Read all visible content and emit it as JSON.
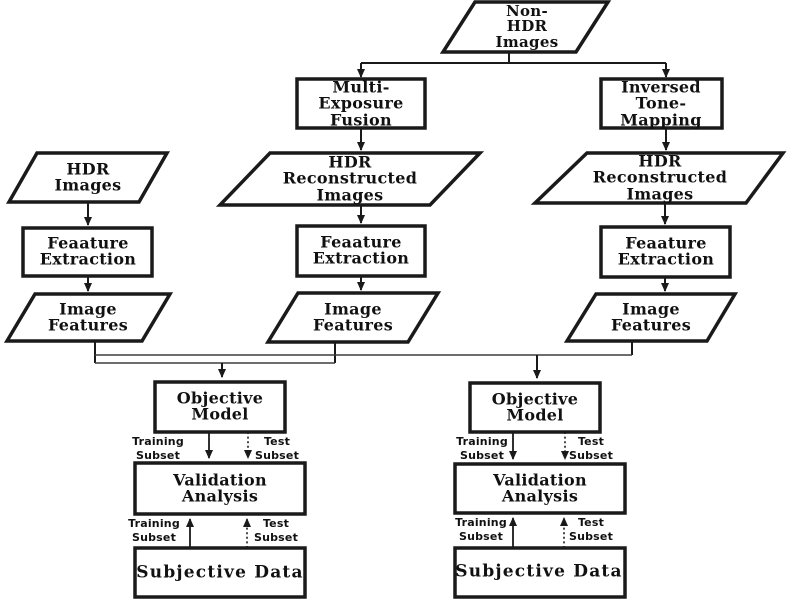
{
  "diagram_type": "flowchart",
  "colors": {
    "background": "#ffffff",
    "line": "#1a1a1a",
    "text": "#111111"
  },
  "nodes": {
    "non_hdr_images": {
      "label": "Non-\nHDR\nImages",
      "shape": "parallelogram"
    },
    "multi_exposure_fusion": {
      "label": "Multi-\nExposure\nFusion",
      "shape": "rectangle"
    },
    "inversed_tone_mapping": {
      "label": "Inversed\nTone-\nMapping",
      "shape": "rectangle"
    },
    "hdr_images": {
      "label": "HDR\nImages",
      "shape": "parallelogram"
    },
    "hdr_reconstructed_mef": {
      "label": "HDR\nReconstructed\nImages",
      "shape": "parallelogram"
    },
    "hdr_reconstructed_itm": {
      "label": "HDR\nReconstructed\nImages",
      "shape": "parallelogram"
    },
    "feature_extraction_hdr": {
      "label": "Feaature\nExtraction",
      "shape": "rectangle"
    },
    "feature_extraction_mef": {
      "label": "Feaature\nExtraction",
      "shape": "rectangle"
    },
    "feature_extraction_itm": {
      "label": "Feaature\nExtraction",
      "shape": "rectangle"
    },
    "image_features_hdr": {
      "label": "Image\nFeatures",
      "shape": "parallelogram"
    },
    "image_features_mef": {
      "label": "Image\nFeatures",
      "shape": "parallelogram"
    },
    "image_features_itm": {
      "label": "Image\nFeatures",
      "shape": "parallelogram"
    },
    "objective_model_left": {
      "label": "Objective\nModel",
      "shape": "rectangle"
    },
    "objective_model_right": {
      "label": "Objective\nModel",
      "shape": "rectangle"
    },
    "validation_analysis_left": {
      "label": "Validation\nAnalysis",
      "shape": "rectangle"
    },
    "validation_analysis_right": {
      "label": "Validation\nAnalysis",
      "shape": "rectangle"
    },
    "subjective_data_left": {
      "label": "Subjective Data",
      "shape": "rectangle"
    },
    "subjective_data_right": {
      "label": "Subjective Data",
      "shape": "rectangle"
    }
  },
  "edge_labels": {
    "training_subset": "Training\nSubset",
    "test_subset": "Test\nSubset"
  }
}
